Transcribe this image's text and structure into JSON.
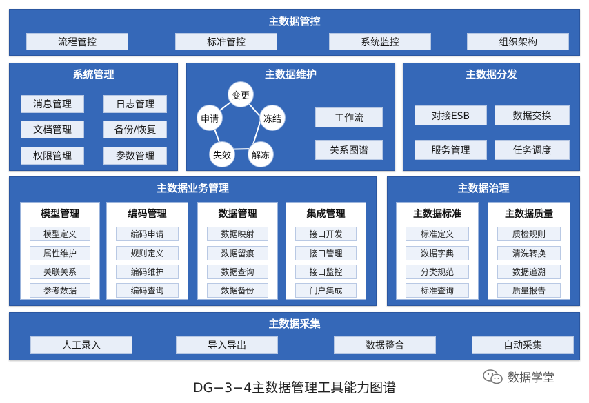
{
  "top": {
    "title": "主数据管控",
    "items": [
      "流程管控",
      "标准管控",
      "系统监控",
      "组织架构"
    ]
  },
  "sys": {
    "title": "系统管理",
    "items": [
      "消息管理",
      "日志管理",
      "文档管理",
      "备份/恢复",
      "权限管理",
      "参数管理"
    ]
  },
  "maint": {
    "title": "主数据维护",
    "cycle": [
      "变更",
      "冻结",
      "解冻",
      "失效",
      "申请"
    ],
    "items": [
      "工作流",
      "关系图谱"
    ]
  },
  "dist": {
    "title": "主数据分发",
    "items": [
      "对接ESB",
      "数据交换",
      "服务管理",
      "任务调度"
    ]
  },
  "biz": {
    "title": "主数据业务管理",
    "groups": [
      {
        "title": "模型管理",
        "items": [
          "模型定义",
          "属性维护",
          "关联关系",
          "参考数据"
        ]
      },
      {
        "title": "编码管理",
        "items": [
          "编码申请",
          "规则定义",
          "编码维护",
          "编码查询"
        ]
      },
      {
        "title": "数据管理",
        "items": [
          "数据映射",
          "数据留痕",
          "数据查询",
          "数据备份"
        ]
      },
      {
        "title": "集成管理",
        "items": [
          "接口开发",
          "接口管理",
          "接口监控",
          "门户集成"
        ]
      }
    ]
  },
  "gov": {
    "title": "主数据治理",
    "groups": [
      {
        "title": "主数据标准",
        "items": [
          "标准定义",
          "数据字典",
          "分类规范",
          "标准查询"
        ]
      },
      {
        "title": "主数据质量",
        "items": [
          "质检规则",
          "清洗转换",
          "数据追溯",
          "质量报告"
        ]
      }
    ]
  },
  "collect": {
    "title": "主数据采集",
    "items": [
      "人工录入",
      "导入导出",
      "数据整合",
      "自动采集"
    ]
  },
  "caption": "DG−3−4主数据管理工具能力图谱",
  "brand": "数据学堂",
  "colors": {
    "panel": "#3568b8",
    "button": "#e8eef8"
  }
}
